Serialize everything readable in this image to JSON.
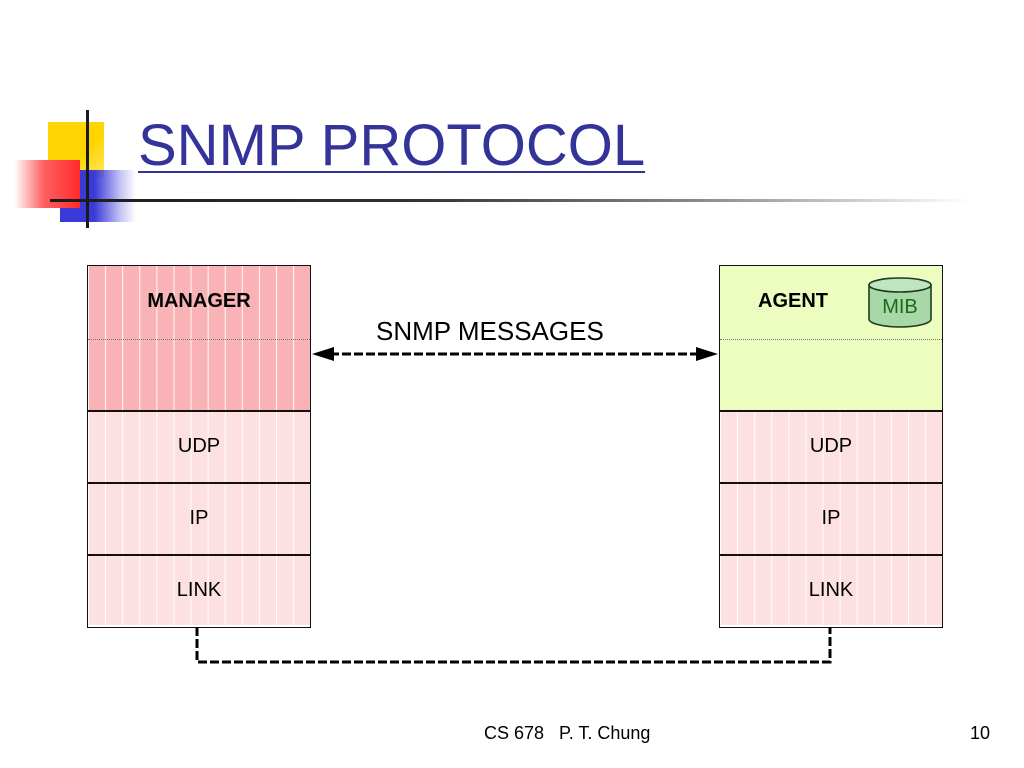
{
  "slide": {
    "title": "SNMP PROTOCOL",
    "footer_text": "CS 678   P. T. Chung",
    "page_number": "10"
  },
  "manager_stack": {
    "top_label": "MANAGER",
    "layers": [
      "UDP",
      "IP",
      "LINK"
    ]
  },
  "agent_stack": {
    "top_label": "AGENT",
    "database_label": "MIB",
    "layers": [
      "UDP",
      "IP",
      "LINK"
    ]
  },
  "connection": {
    "label": "SNMP MESSAGES"
  },
  "colors": {
    "title": "#333399",
    "manager_top": "#f9b3b6",
    "layer_fill": "#fde0e2",
    "agent_top": "#edfcbf",
    "mib_fill": "#a8d8a8",
    "mib_text": "#1a6b1a"
  }
}
